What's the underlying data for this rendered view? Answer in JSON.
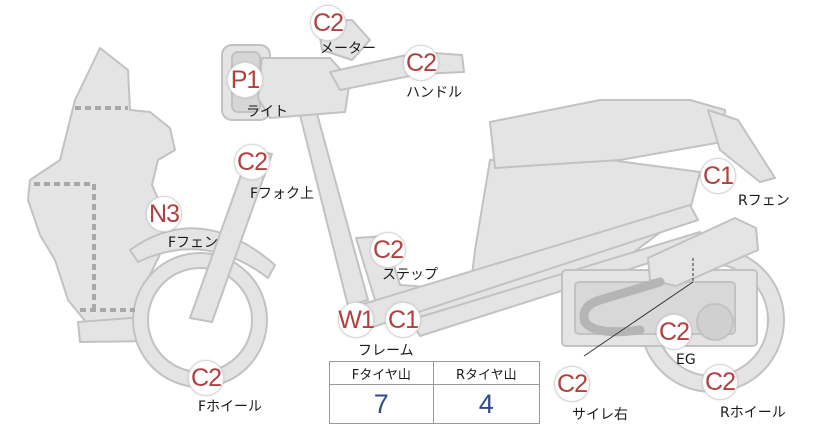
{
  "labels": {
    "meter": "メーター",
    "handle": "ハンドル",
    "light": "ライト",
    "ffork_upper": "Fフォク上",
    "ffender": "Fフェン",
    "step": "ステップ",
    "frame": "フレーム",
    "fwheel": "Fホイール",
    "rfender": "Rフェン",
    "eg": "EG",
    "rwheel": "Rホイール",
    "muffler_right": "サイレ右"
  },
  "badges": {
    "meter": "C2",
    "handle": "C2",
    "light": "P1",
    "ffork_upper": "C2",
    "ffender": "N3",
    "step": "C2",
    "frame_w": "W1",
    "frame_c": "C1",
    "fwheel": "C2",
    "rfender": "C1",
    "eg": "C2",
    "rwheel": "C2",
    "muffler_right": "C2"
  },
  "tire_table": {
    "front_header": "Fタイヤ山",
    "rear_header": "Rタイヤ山",
    "front_value": "7",
    "rear_value": "4"
  },
  "colors": {
    "part_fill": "#e4e4e4",
    "part_stroke": "#c2c2c2",
    "badge_text": "#b0413e",
    "value_text": "#2f4a8c"
  }
}
